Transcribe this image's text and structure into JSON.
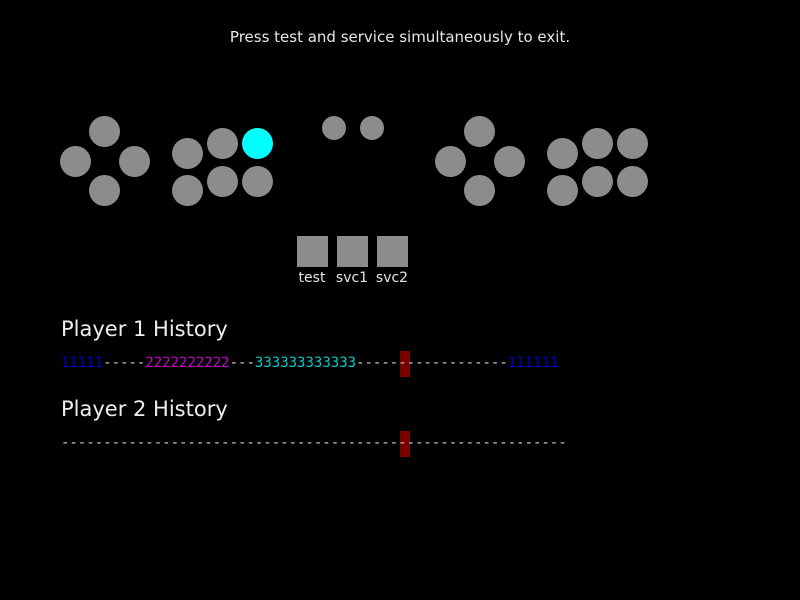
{
  "instruction": "Press test and service simultaneously to exit.",
  "colors": {
    "background": "#000000",
    "button_idle": "#8c8c8c",
    "button_active": "#00ffff",
    "history_dash": "#d0d0d0",
    "history_1": "#0000cc",
    "history_2": "#cc00cc",
    "history_3": "#00cccc",
    "cursor": "#7a0000"
  },
  "player1_buttons": {
    "left_cluster": [
      false,
      false,
      false,
      false
    ],
    "right_cluster": [
      false,
      false,
      true,
      false,
      false,
      false
    ]
  },
  "center_buttons": [
    false,
    false
  ],
  "player2_buttons": {
    "left_cluster": [
      false,
      false,
      false,
      false
    ],
    "right_cluster": [
      false,
      false,
      false,
      false,
      false,
      false
    ]
  },
  "system_buttons": {
    "test_label": "test",
    "svc1_label": "svc1",
    "svc2_label": "svc2"
  },
  "history": {
    "player1_title": "Player 1 History",
    "player2_title": "Player 2 History",
    "player1_segments": [
      {
        "text": "11111",
        "color": "#0000cc"
      },
      {
        "text": "-----",
        "color": "#d0d0d0"
      },
      {
        "text": "2222222222",
        "color": "#cc00cc"
      },
      {
        "text": "---",
        "color": "#d0d0d0"
      },
      {
        "text": "333333333333",
        "color": "#00cccc"
      },
      {
        "text": "------------------",
        "color": "#d0d0d0"
      },
      {
        "text": "111111",
        "color": "#0000cc"
      }
    ],
    "player2_segments": [
      {
        "text": "------------------------------------------------------------",
        "color": "#d0d0d0"
      }
    ]
  }
}
